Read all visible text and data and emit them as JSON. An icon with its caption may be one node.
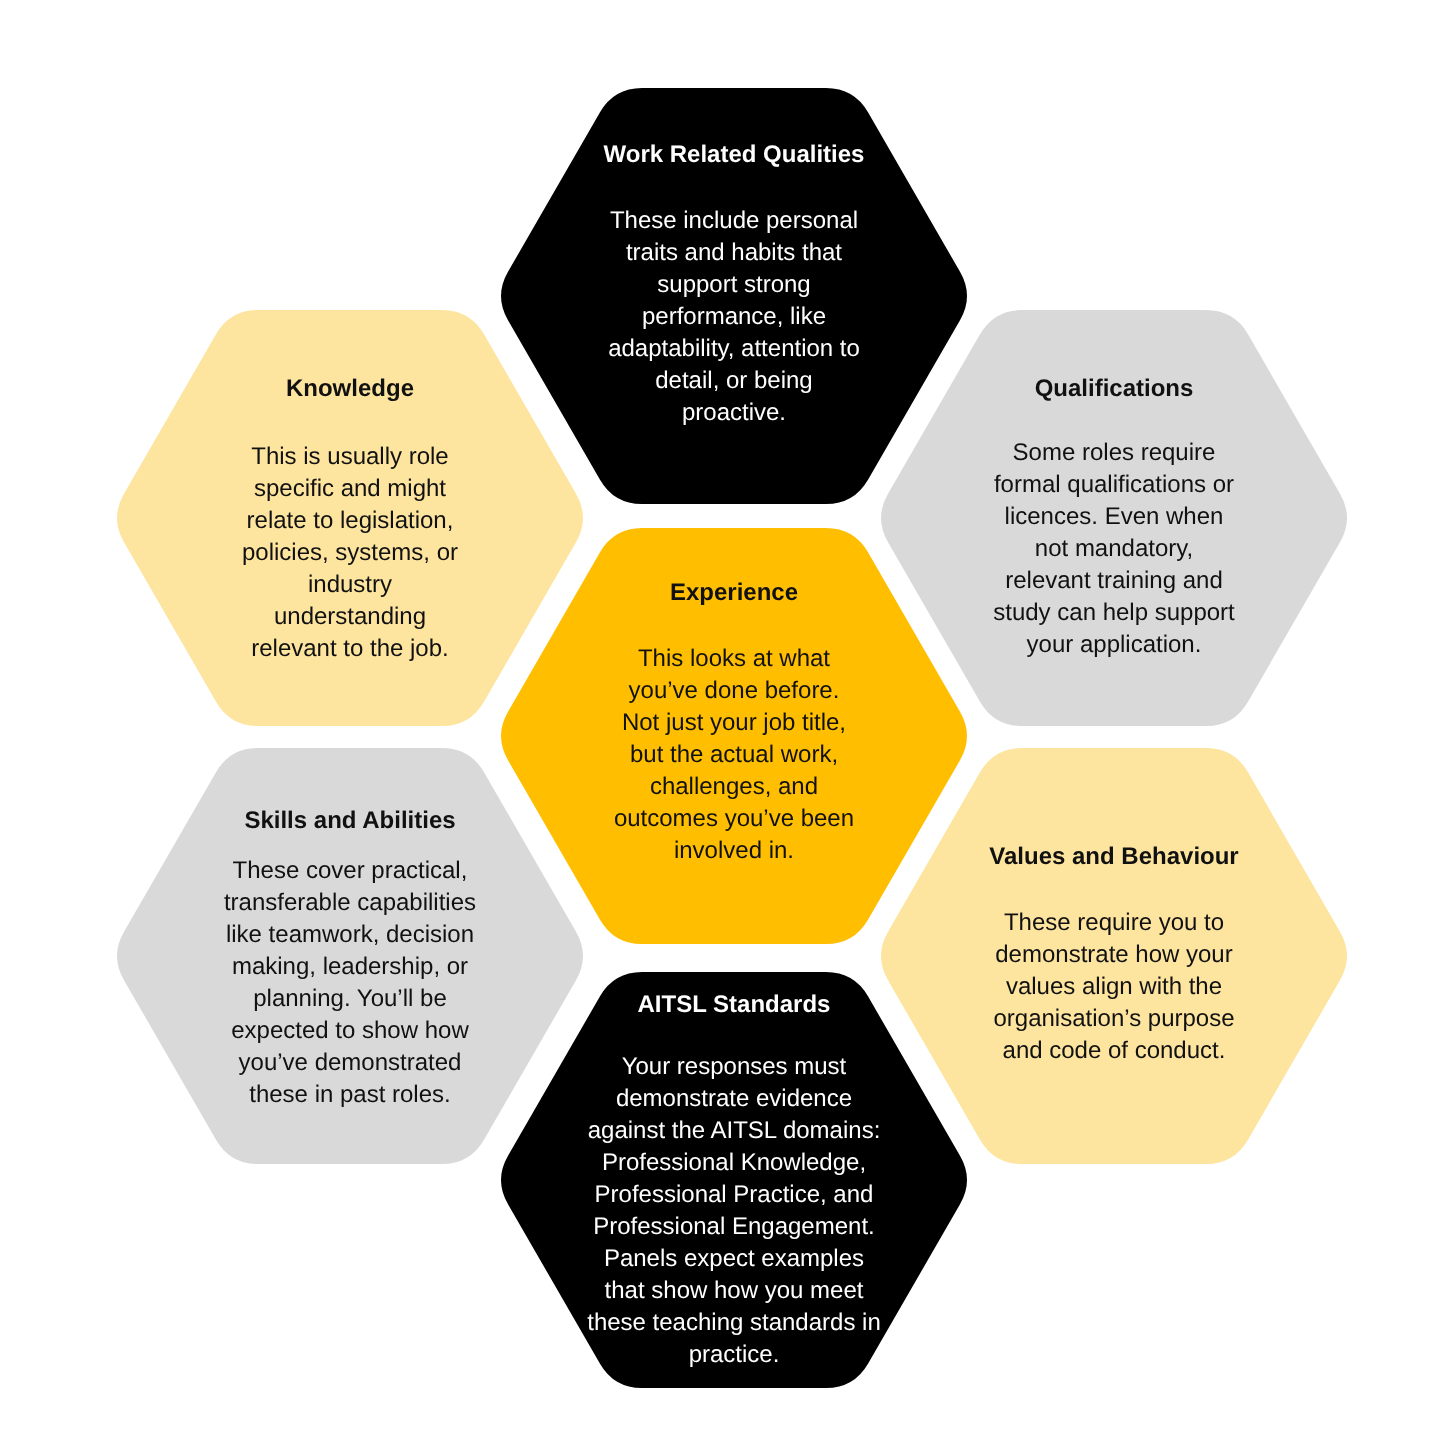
{
  "diagram": {
    "nodes": [
      {
        "text": [
          "Work Related Qualities",
          "These include personal traits and habits that support strong performance, like adaptability, attention to detail, or being proactive."
        ]
      },
      {
        "text": [
          "Knowledge",
          "This is usually role specific and might relate to legislation, policies, systems, or industry understanding relevant to the job."
        ]
      },
      {
        "text": [
          "Qualifications",
          "Some roles require formal qualifications or licences. Even when not mandatory, relevant training and study can help support your application."
        ]
      },
      {
        "text": [
          "Experience",
          "This looks at what you’ve done before. Not just your job title, but the actual work, challenges, and outcomes you’ve been involved in."
        ]
      },
      {
        "text": [
          "Skills and Abilities",
          "These cover practical, transferable capabilities like teamwork, decision making, leadership, or planning. You’ll be expected to show how you’ve demonstrated these in past roles."
        ]
      },
      {
        "text": [
          "Values and Behaviour",
          "These require you to demonstrate how your values align with the organisation’s purpose and code of conduct."
        ]
      },
      {
        "text": [
          "AITSL Standards",
          "Your responses must demonstrate evidence against the AITSL domains: Professional Knowledge, Professional Practice, and Professional Engagement. Panels expect examples that show how you meet these teaching standards in practice."
        ]
      }
    ]
  }
}
